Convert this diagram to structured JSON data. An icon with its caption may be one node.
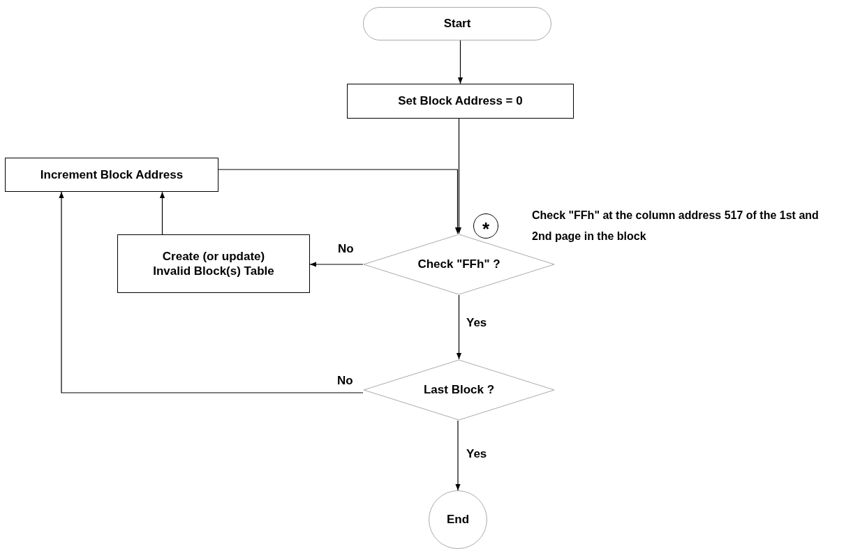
{
  "diagram": {
    "nodes": [
      {
        "text": [
          "Start"
        ]
      },
      {
        "text": [
          "Set Block Address = 0"
        ]
      },
      {
        "text": [
          "Increment Block Address"
        ]
      },
      {
        "text": [
          "Create (or update) Invalid Block(s) Table"
        ]
      },
      {
        "text": [
          "Check \"FFh\" ?"
        ]
      },
      {
        "text": [
          "*"
        ]
      },
      {
        "text": [
          "Last Block ?"
        ]
      },
      {
        "text": [
          "End"
        ]
      }
    ],
    "edges": [
      {
        "from": 0,
        "to": 1,
        "arrow": "to"
      },
      {
        "from": 1,
        "to": 4,
        "arrow": "to"
      },
      {
        "from": 2,
        "to": 4,
        "arrow": "to"
      },
      {
        "from": 4,
        "to": 3,
        "arrow": "to",
        "label": "No"
      },
      {
        "from": 3,
        "to": 2,
        "arrow": "to"
      },
      {
        "from": 4,
        "to": 6,
        "arrow": "to",
        "label": "Yes"
      },
      {
        "from": 6,
        "to": 2,
        "arrow": "to",
        "label": "No"
      },
      {
        "from": 6,
        "to": 7,
        "arrow": "to",
        "label": "Yes"
      }
    ],
    "labels": [
      "Check \"FFh\" at the column address 517 of the 1st and 2nd page in the block"
    ]
  }
}
